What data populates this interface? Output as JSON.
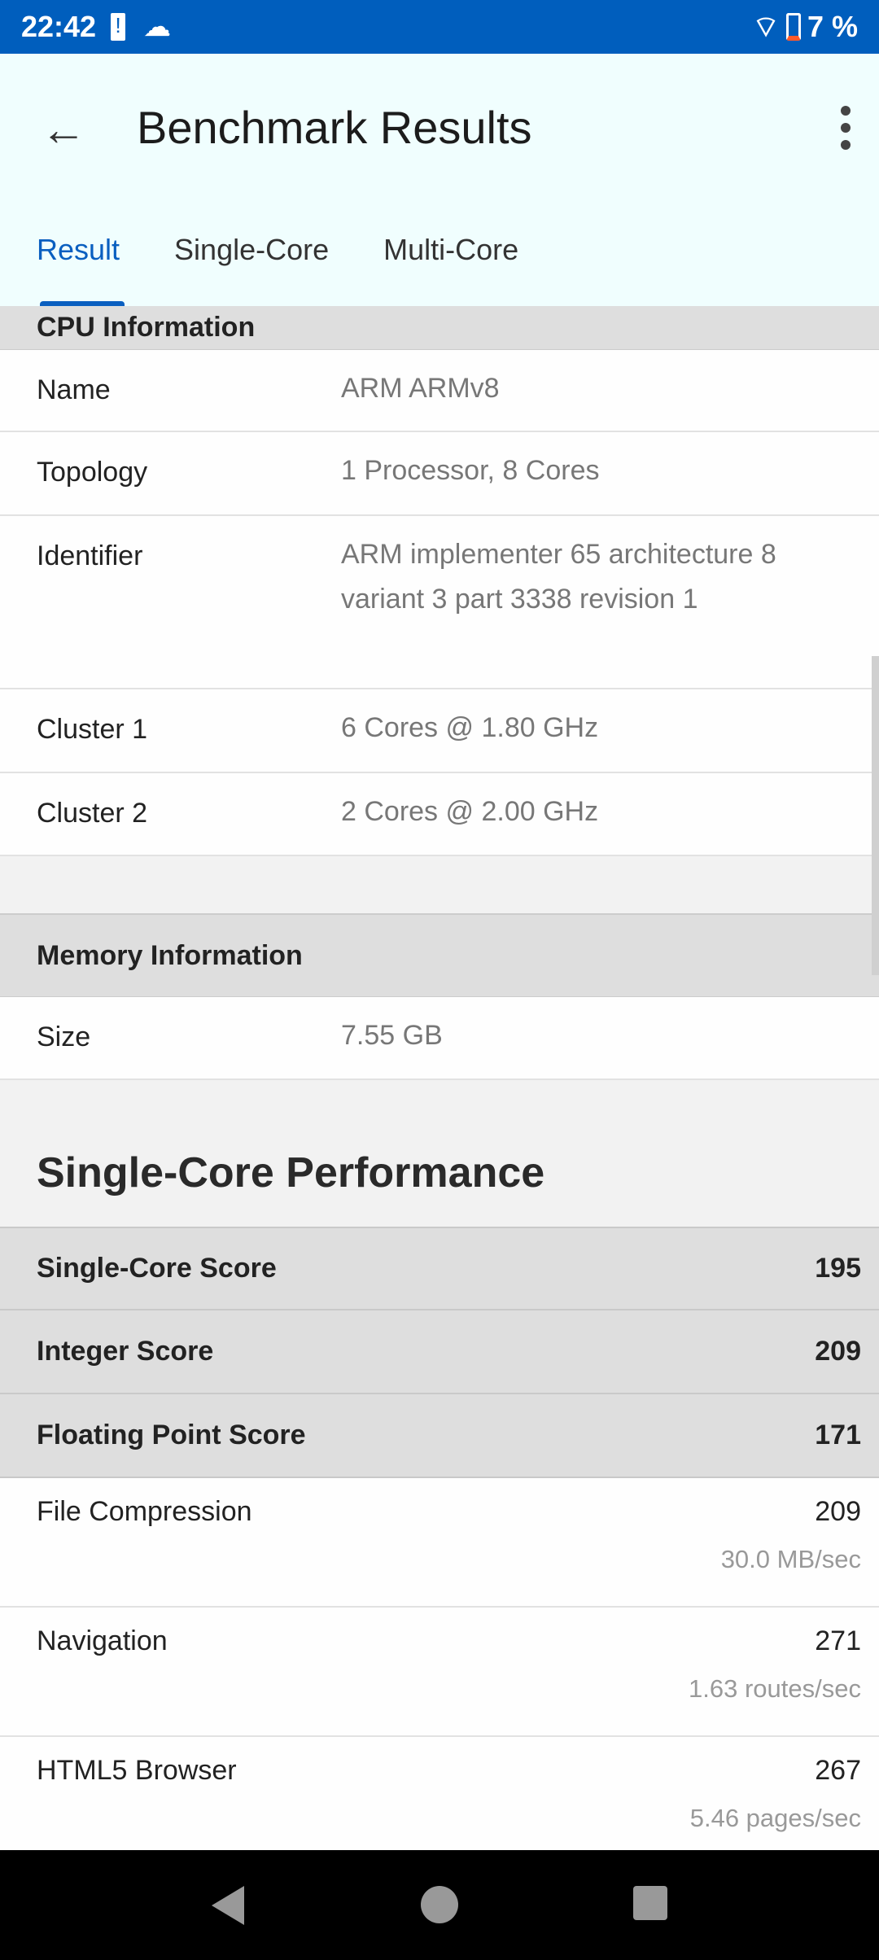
{
  "status_bar": {
    "time": "22:42",
    "battery": "7 %"
  },
  "app_bar": {
    "title": "Benchmark Results"
  },
  "tabs": [
    {
      "label": "Result"
    },
    {
      "label": "Single-Core"
    },
    {
      "label": "Multi-Core"
    }
  ],
  "cpu": {
    "header": "CPU Information",
    "rows": [
      {
        "k": "Name",
        "v": "ARM ARMv8"
      },
      {
        "k": "Topology",
        "v": "1 Processor, 8 Cores"
      },
      {
        "k": "Identifier",
        "v": "ARM implementer 65 architecture 8 variant 3 part 3338 revision 1"
      },
      {
        "k": "Cluster 1",
        "v": "6 Cores @ 1.80 GHz"
      },
      {
        "k": "Cluster 2",
        "v": "2 Cores @ 2.00 GHz"
      }
    ]
  },
  "memory": {
    "header": "Memory Information",
    "rows": [
      {
        "k": "Size",
        "v": "7.55 GB"
      }
    ]
  },
  "single_core": {
    "title": "Single-Core Performance",
    "scores": [
      {
        "k": "Single-Core Score",
        "v": "195"
      },
      {
        "k": "Integer Score",
        "v": "209"
      },
      {
        "k": "Floating Point Score",
        "v": "171"
      }
    ],
    "benchmarks": [
      {
        "name": "File Compression",
        "score": "209",
        "unit": "30.0 MB/sec"
      },
      {
        "name": "Navigation",
        "score": "271",
        "unit": "1.63 routes/sec"
      },
      {
        "name": "HTML5 Browser",
        "score": "267",
        "unit": "5.46 pages/sec"
      }
    ]
  }
}
